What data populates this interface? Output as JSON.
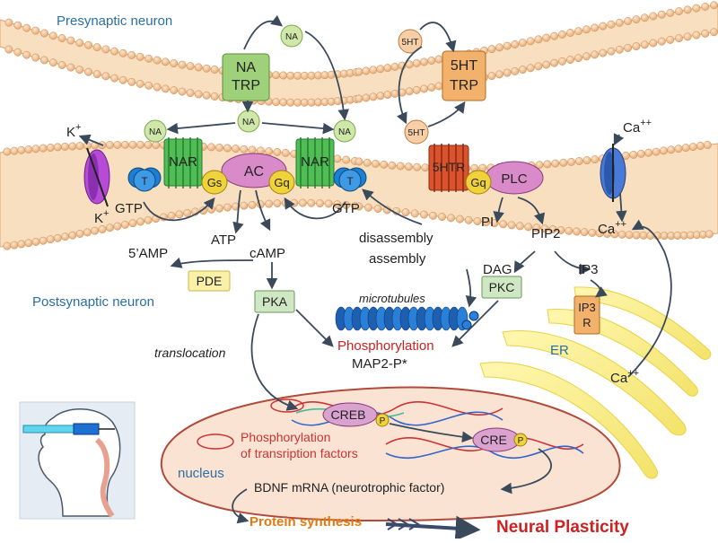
{
  "regions": {
    "presynaptic": "Presynaptic neuron",
    "postsynaptic": "Postsynaptic neuron",
    "nucleus": "nucleus",
    "er": "ER"
  },
  "transporters": {
    "na_trp": [
      "NA",
      "TRP"
    ],
    "ht_trp": [
      "5HT",
      "TRP"
    ]
  },
  "molecules": {
    "na": "NA",
    "ht": "5HT",
    "k_plus": "K",
    "ca_plus": "Ca"
  },
  "ion_charges": {
    "single": "+",
    "double": "++"
  },
  "receptors": {
    "nar": "NAR",
    "htr": "5HTR",
    "ac": "AC",
    "plc": "PLC",
    "gs": "Gs",
    "gq": "Gq",
    "t": "T"
  },
  "labels": {
    "gtp": "GTP",
    "atp": "ATP",
    "camp": "cAMP",
    "amp5": "5’AMP",
    "pde": "PDE",
    "pka": "PKA",
    "pi": "PI",
    "pip2": "PIP2",
    "dag": "DAG",
    "pkc": "PKC",
    "ip3": "IP3",
    "ip3r": [
      "IP3",
      "R"
    ],
    "disassembly": "disassembly",
    "assembly": "assembly",
    "microtubules": "microtubules",
    "phosphorylation": "Phosphorylation",
    "map2p": "MAP2-P*",
    "translocation": "translocation",
    "creb": "CREB",
    "cre": "CRE",
    "p": "P",
    "phos_tf": [
      "Phosphorylation",
      "of transription factors"
    ],
    "bdnf": "BDNF mRNA (neurotrophic factor)",
    "protein_synthesis": "Protein synthesis",
    "neural_plasticity": "Neural Plasticity"
  },
  "colors": {
    "membrane": "#f2c79a",
    "membrane_dark": "#d89a62",
    "green_box": "#9fd07a",
    "orange_box": "#f3b26b",
    "receptor_green": "#4fbf55",
    "receptor_red": "#d9542c",
    "enzyme_pink": "#d98ac9",
    "g_yellow": "#f0d23a",
    "t_blue": "#1d7fd1",
    "nucleus": "#fbe3d4",
    "accent_red": "#cc2222",
    "accent_orange": "#e07a10"
  }
}
